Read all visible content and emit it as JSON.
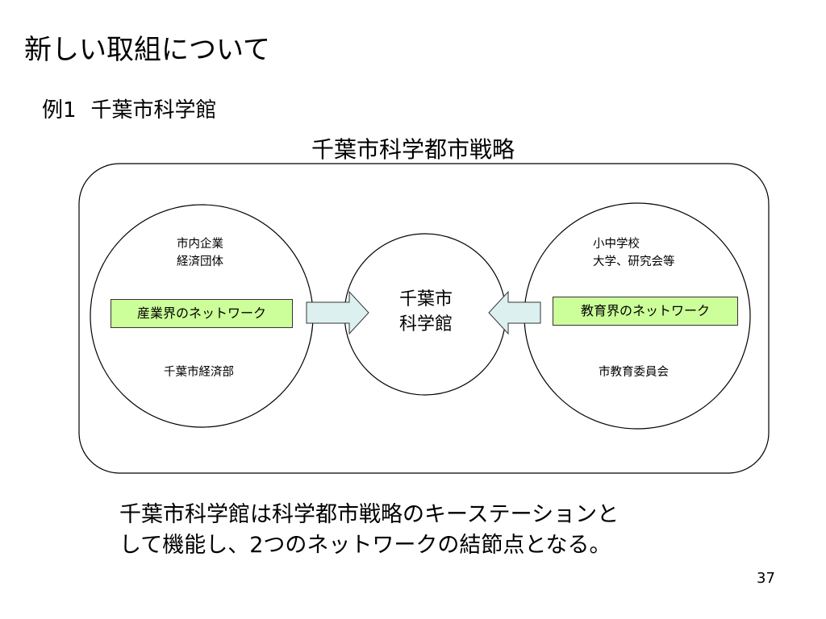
{
  "slide": {
    "title": "新しい取組について",
    "example_label": "例1",
    "example_name": "千葉市科学館",
    "page_number": "37"
  },
  "diagram": {
    "frame_title": "千葉市科学都市戦略",
    "left": {
      "top_lines": [
        "市内企業",
        "経済団体"
      ],
      "network_label": "産業界のネットワーク",
      "bottom_label": "千葉市経済部"
    },
    "center": {
      "lines": [
        "千葉市",
        "科学館"
      ]
    },
    "right": {
      "top_lines": [
        "小中学校",
        "大学、研究会等"
      ],
      "network_label": "教育界のネットワーク",
      "bottom_label": "市教育委員会"
    }
  },
  "conclusion": {
    "lines": [
      "千葉市科学館は科学都市戦略のキーステーションと",
      "して機能し、2つのネットワークの結節点となる。"
    ]
  },
  "colors": {
    "network_box_fill": "#ccff99",
    "arrow_fill": "#dcf0f0"
  }
}
